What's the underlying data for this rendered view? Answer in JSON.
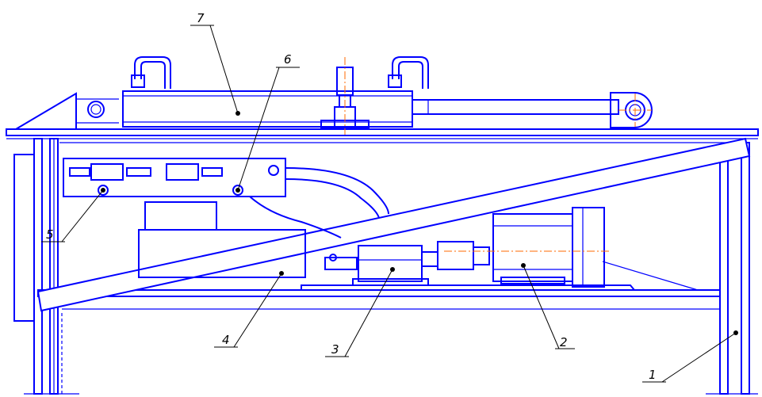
{
  "callouts": [
    {
      "id": "1",
      "text": "1"
    },
    {
      "id": "2",
      "text": "2"
    },
    {
      "id": "3",
      "text": "3"
    },
    {
      "id": "4",
      "text": "4"
    },
    {
      "id": "5",
      "text": "5"
    },
    {
      "id": "6",
      "text": "6"
    },
    {
      "id": "7",
      "text": "7"
    }
  ],
  "colors": {
    "line": "#0000ff",
    "axis": "#ff6a00",
    "leader": "#000000",
    "background": "#ffffff"
  }
}
